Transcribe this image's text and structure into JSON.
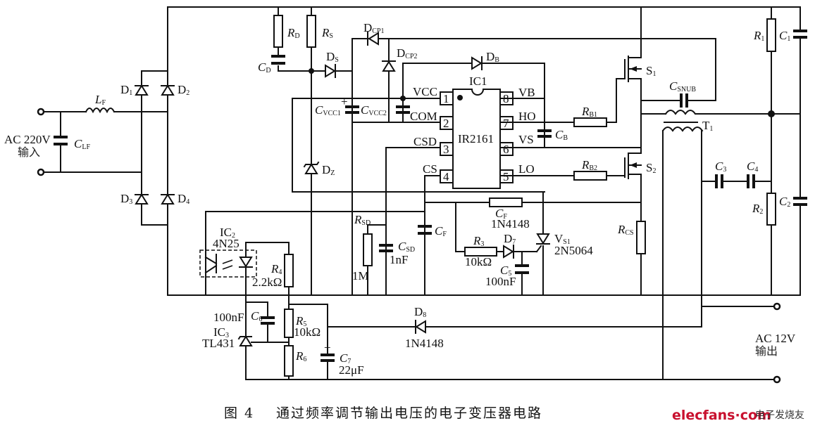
{
  "figure": {
    "caption_number": "图 4",
    "caption_title": "通过频率调节输出电压的电子变压器电路",
    "watermark_brand": "elecfans·com",
    "watermark_cn": "电子发烧友"
  },
  "input": {
    "voltage": "AC 220V",
    "label_cn": "输入"
  },
  "output": {
    "voltage": "AC 12V",
    "label_cn": "输出"
  },
  "components": {
    "LF": {
      "main": "L",
      "sub": "F"
    },
    "CLF": {
      "main": "C",
      "sub": "LF"
    },
    "D1": {
      "main": "D",
      "sub": "1"
    },
    "D2": {
      "main": "D",
      "sub": "2"
    },
    "D3": {
      "main": "D",
      "sub": "3"
    },
    "D4": {
      "main": "D",
      "sub": "4"
    },
    "RD": {
      "main": "R",
      "sub": "D"
    },
    "RS": {
      "main": "R",
      "sub": "S"
    },
    "CD": {
      "main": "C",
      "sub": "D"
    },
    "DS": {
      "main": "D",
      "sub": "S"
    },
    "DCP1": {
      "main": "D",
      "sub": "CP1"
    },
    "DCP2": {
      "main": "D",
      "sub": "CP2"
    },
    "DB": {
      "main": "D",
      "sub": "B"
    },
    "DZ": {
      "main": "D",
      "sub": "Z"
    },
    "CVCC1": {
      "main": "C",
      "sub": "VCC1"
    },
    "CVCC2": {
      "main": "C",
      "sub": "VCC2"
    },
    "CB": {
      "main": "C",
      "sub": "B"
    },
    "RB1": {
      "main": "R",
      "sub": "B1"
    },
    "RB2": {
      "main": "R",
      "sub": "B2"
    },
    "S1": {
      "main": "S",
      "sub": "1"
    },
    "S2": {
      "main": "S",
      "sub": "2"
    },
    "CSNUB": {
      "main": "C",
      "sub": "SNUB"
    },
    "T1": {
      "main": "T",
      "sub": "1"
    },
    "R1": {
      "main": "R",
      "sub": "1"
    },
    "R2": {
      "main": "R",
      "sub": "2"
    },
    "C1": {
      "main": "C",
      "sub": "1"
    },
    "C2": {
      "main": "C",
      "sub": "2"
    },
    "C3": {
      "main": "C",
      "sub": "3"
    },
    "C4": {
      "main": "C",
      "sub": "4"
    },
    "RCS": {
      "main": "R",
      "sub": "CS"
    },
    "RSD": {
      "main": "R",
      "sub": "SD",
      "value": "1M"
    },
    "CSD": {
      "main": "C",
      "sub": "SD",
      "value": "1nF"
    },
    "CF": {
      "main": "C",
      "sub": "F"
    },
    "CF2": {
      "main": "C",
      "sub": "F",
      "value": "1N4148"
    },
    "R3": {
      "main": "R",
      "sub": "3",
      "value": "10kΩ"
    },
    "D7": {
      "main": "D",
      "sub": "7"
    },
    "C5": {
      "main": "C",
      "sub": "5",
      "value": "100nF"
    },
    "VS1": {
      "main": "V",
      "sub": "S1",
      "value": "2N5064"
    },
    "IC2": {
      "main": "IC",
      "sub": "2",
      "value": "4N25"
    },
    "R4": {
      "main": "R",
      "sub": "4",
      "value": "2.2kΩ"
    },
    "C6": {
      "main": "C",
      "sub": "6",
      "value": "100nF"
    },
    "IC3": {
      "main": "IC",
      "sub": "3",
      "value": "TL431"
    },
    "R5": {
      "main": "R",
      "sub": "5",
      "value": "10kΩ"
    },
    "R6": {
      "main": "R",
      "sub": "6"
    },
    "C7": {
      "main": "C",
      "sub": "7",
      "value": "22μF"
    },
    "D8": {
      "main": "D",
      "sub": "8",
      "value": "1N4148"
    }
  },
  "ic1": {
    "name": "IC1",
    "part": "IR2161",
    "pins": [
      {
        "num": "1",
        "name": "VCC"
      },
      {
        "num": "2",
        "name": "COM"
      },
      {
        "num": "3",
        "name": "CSD"
      },
      {
        "num": "4",
        "name": "CS"
      },
      {
        "num": "5",
        "name": "LO"
      },
      {
        "num": "6",
        "name": "VS"
      },
      {
        "num": "7",
        "name": "HO"
      },
      {
        "num": "8",
        "name": "VB"
      }
    ]
  },
  "polarity_mark": "+"
}
